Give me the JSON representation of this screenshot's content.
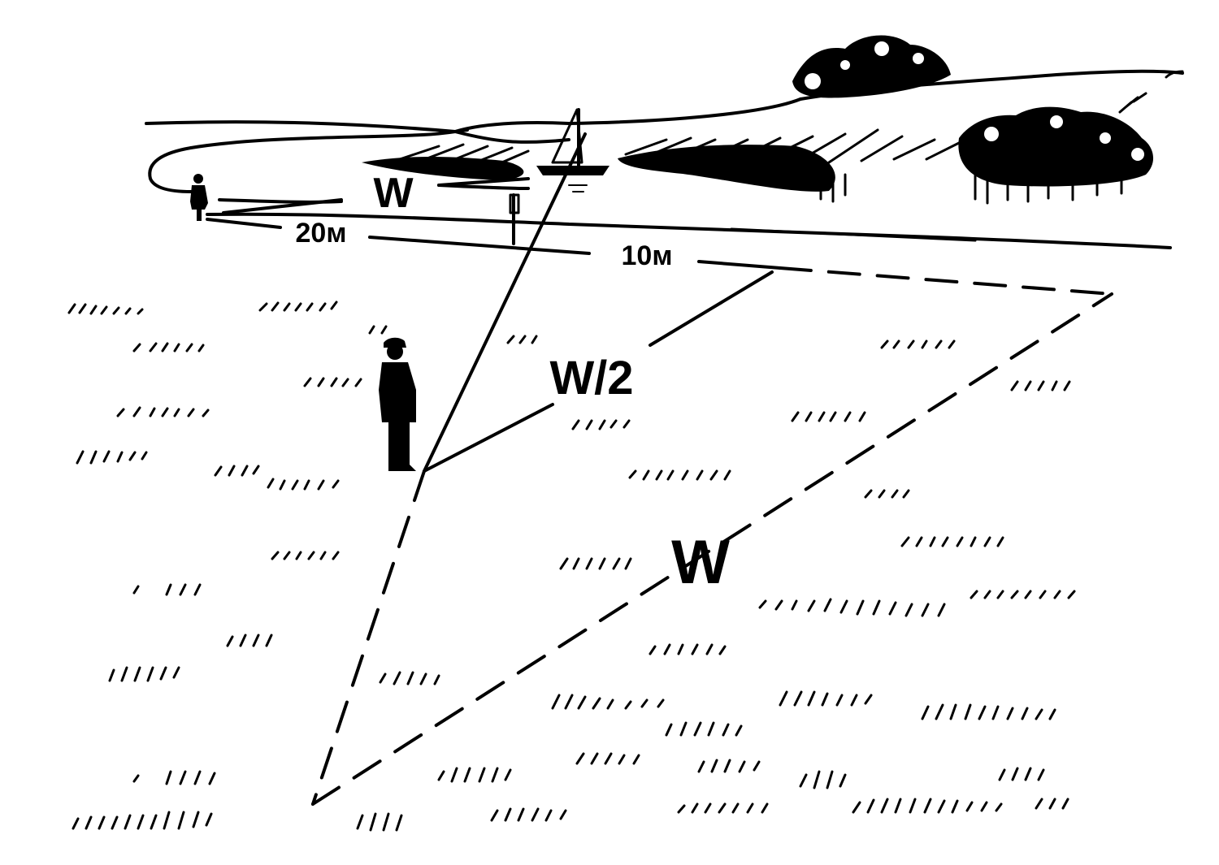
{
  "labels": {
    "river_width": "W",
    "distance_far": "20м",
    "distance_near": "10м",
    "half_width": "W/2",
    "projected_width": "W"
  },
  "colors": {
    "ink": "#000000",
    "paper": "#ffffff"
  }
}
